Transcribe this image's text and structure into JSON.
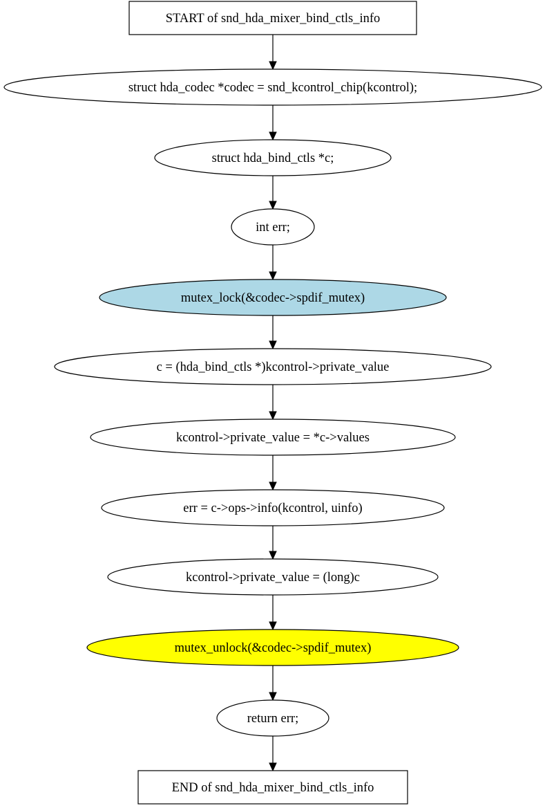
{
  "diagram": {
    "nodes": [
      {
        "id": "start",
        "shape": "box",
        "label": "START of snd_hda_mixer_bind_ctls_info",
        "fill": "#ffffff"
      },
      {
        "id": "codec-decl",
        "shape": "ellipse",
        "label": "struct hda_codec *codec = snd_kcontrol_chip(kcontrol);",
        "fill": "#ffffff"
      },
      {
        "id": "c-decl",
        "shape": "ellipse",
        "label": "struct hda_bind_ctls *c;",
        "fill": "#ffffff"
      },
      {
        "id": "err-decl",
        "shape": "ellipse",
        "label": "int err;",
        "fill": "#ffffff"
      },
      {
        "id": "mutex-lock",
        "shape": "ellipse",
        "label": "mutex_lock(&codec->spdif_mutex)",
        "fill": "#add8e6"
      },
      {
        "id": "c-assign",
        "shape": "ellipse",
        "label": "c = (hda_bind_ctls *)kcontrol->private_value",
        "fill": "#ffffff"
      },
      {
        "id": "pv-values",
        "shape": "ellipse",
        "label": "kcontrol->private_value = *c->values",
        "fill": "#ffffff"
      },
      {
        "id": "err-info",
        "shape": "ellipse",
        "label": "err = c->ops->info(kcontrol, uinfo)",
        "fill": "#ffffff"
      },
      {
        "id": "pv-restore",
        "shape": "ellipse",
        "label": "kcontrol->private_value = (long)c",
        "fill": "#ffffff"
      },
      {
        "id": "mutex-unlock",
        "shape": "ellipse",
        "label": "mutex_unlock(&codec->spdif_mutex)",
        "fill": "#ffff00"
      },
      {
        "id": "return-err",
        "shape": "ellipse",
        "label": "return err;",
        "fill": "#ffffff"
      },
      {
        "id": "end",
        "shape": "box",
        "label": "END of snd_hda_mixer_bind_ctls_info",
        "fill": "#ffffff"
      }
    ],
    "edges": [
      {
        "from": "start",
        "to": "codec-decl"
      },
      {
        "from": "codec-decl",
        "to": "c-decl"
      },
      {
        "from": "c-decl",
        "to": "err-decl"
      },
      {
        "from": "err-decl",
        "to": "mutex-lock"
      },
      {
        "from": "mutex-lock",
        "to": "c-assign"
      },
      {
        "from": "c-assign",
        "to": "pv-values"
      },
      {
        "from": "pv-values",
        "to": "err-info"
      },
      {
        "from": "err-info",
        "to": "pv-restore"
      },
      {
        "from": "pv-restore",
        "to": "mutex-unlock"
      },
      {
        "from": "mutex-unlock",
        "to": "return-err"
      },
      {
        "from": "return-err",
        "to": "end"
      }
    ]
  }
}
